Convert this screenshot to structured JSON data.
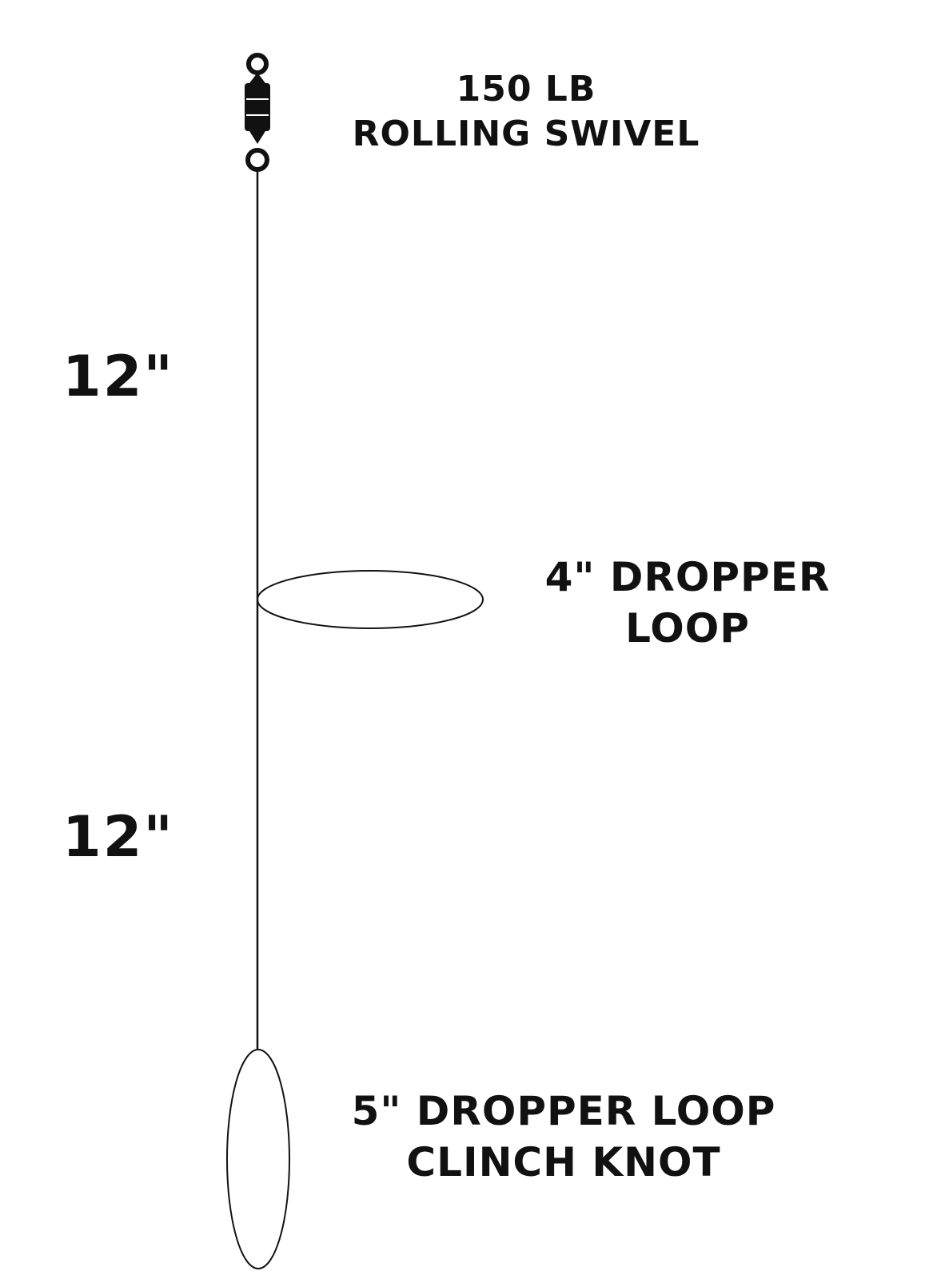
{
  "swivel": {
    "line1": "150 LB",
    "line2": "ROLLING SWIVEL"
  },
  "segments": {
    "top_length": "12\"",
    "bottom_length": "12\""
  },
  "dropper_loop_4": {
    "line1": "4\" DROPPER",
    "line2": "LOOP"
  },
  "dropper_loop_5": {
    "line1": "5\" DROPPER LOOP",
    "line2": "CLINCH KNOT"
  },
  "colors": {
    "ink": "#111111",
    "background": "#ffffff"
  }
}
